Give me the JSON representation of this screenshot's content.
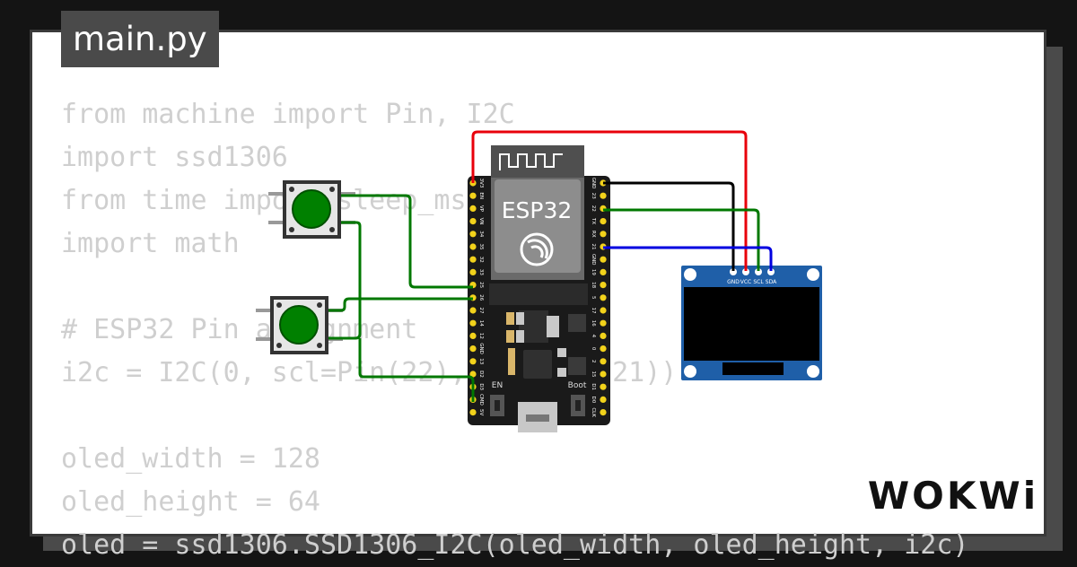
{
  "editor": {
    "file_tab": "main.py",
    "code_lines": [
      "from machine import Pin, I2C",
      "import ssd1306",
      "from time import sleep_ms",
      "import math",
      "",
      "# ESP32 Pin assignment",
      "i2c = I2C(0, scl=Pin(22), sda=Pin(21))",
      "",
      "oled_width = 128",
      "oled_height = 64",
      "oled = ssd1306.SSD1306_I2C(oled_width, oled_height, i2c)"
    ]
  },
  "board": {
    "name": "ESP32",
    "en_label": "EN",
    "boot_label": "Boot",
    "left_pins": [
      "3V3",
      "EN",
      "VP",
      "VN",
      "34",
      "35",
      "32",
      "33",
      "25",
      "26",
      "27",
      "14",
      "12",
      "GND",
      "13",
      "D2",
      "D3",
      "CMD",
      "5V"
    ],
    "right_pins": [
      "GND",
      "23",
      "22",
      "TX",
      "RX",
      "21",
      "GND",
      "19",
      "18",
      "5",
      "17",
      "16",
      "4",
      "0",
      "2",
      "15",
      "D1",
      "D0",
      "CLK"
    ]
  },
  "oled": {
    "pins": [
      "GND",
      "VCC",
      "SCL",
      "SDA"
    ]
  },
  "wire_colors": {
    "power": "#e8000b",
    "ground": "#000000",
    "scl": "#007800",
    "sda": "#0000e0",
    "button": "#007800"
  },
  "brand": {
    "logo": "WOKWi"
  }
}
